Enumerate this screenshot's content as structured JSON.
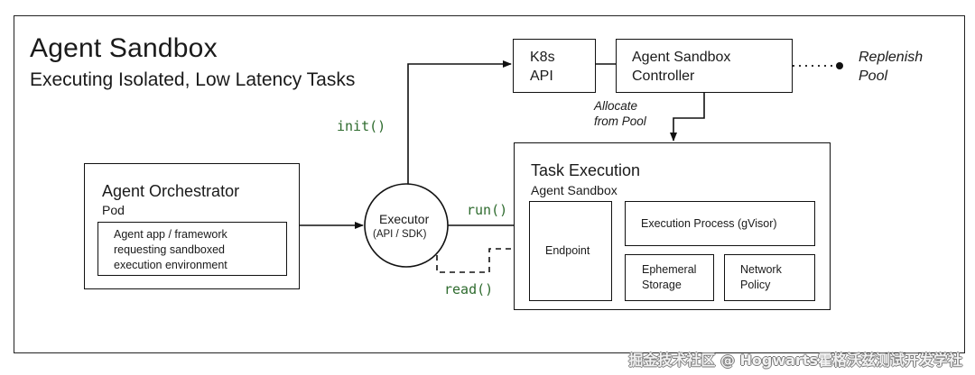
{
  "header": {
    "title": "Agent Sandbox",
    "subtitle": "Executing Isolated, Low Latency Tasks"
  },
  "nodes": {
    "k8s_api": "K8s\nAPI",
    "controller": "Agent Sandbox\nController",
    "replenish": "Replenish\nPool",
    "allocate": "Allocate\nfrom Pool",
    "orchestrator": {
      "title": "Agent Orchestrator",
      "subtitle": "Pod",
      "app": "Agent app / framework\nrequesting sandboxed\nexecution environment"
    },
    "executor": {
      "title": "Executor",
      "subtitle": "(API / SDK)"
    },
    "task_execution": {
      "title": "Task Execution",
      "subtitle": "Agent Sandbox",
      "endpoint": "Endpoint",
      "process": "Execution Process (gVisor)",
      "storage": "Ephemeral\nStorage",
      "policy": "Network\nPolicy"
    }
  },
  "calls": {
    "init": "init()",
    "run": "run()",
    "read": "read()"
  },
  "watermark": "掘金技术社区 @ Hogwarts霍格沃兹测试开发学社"
}
